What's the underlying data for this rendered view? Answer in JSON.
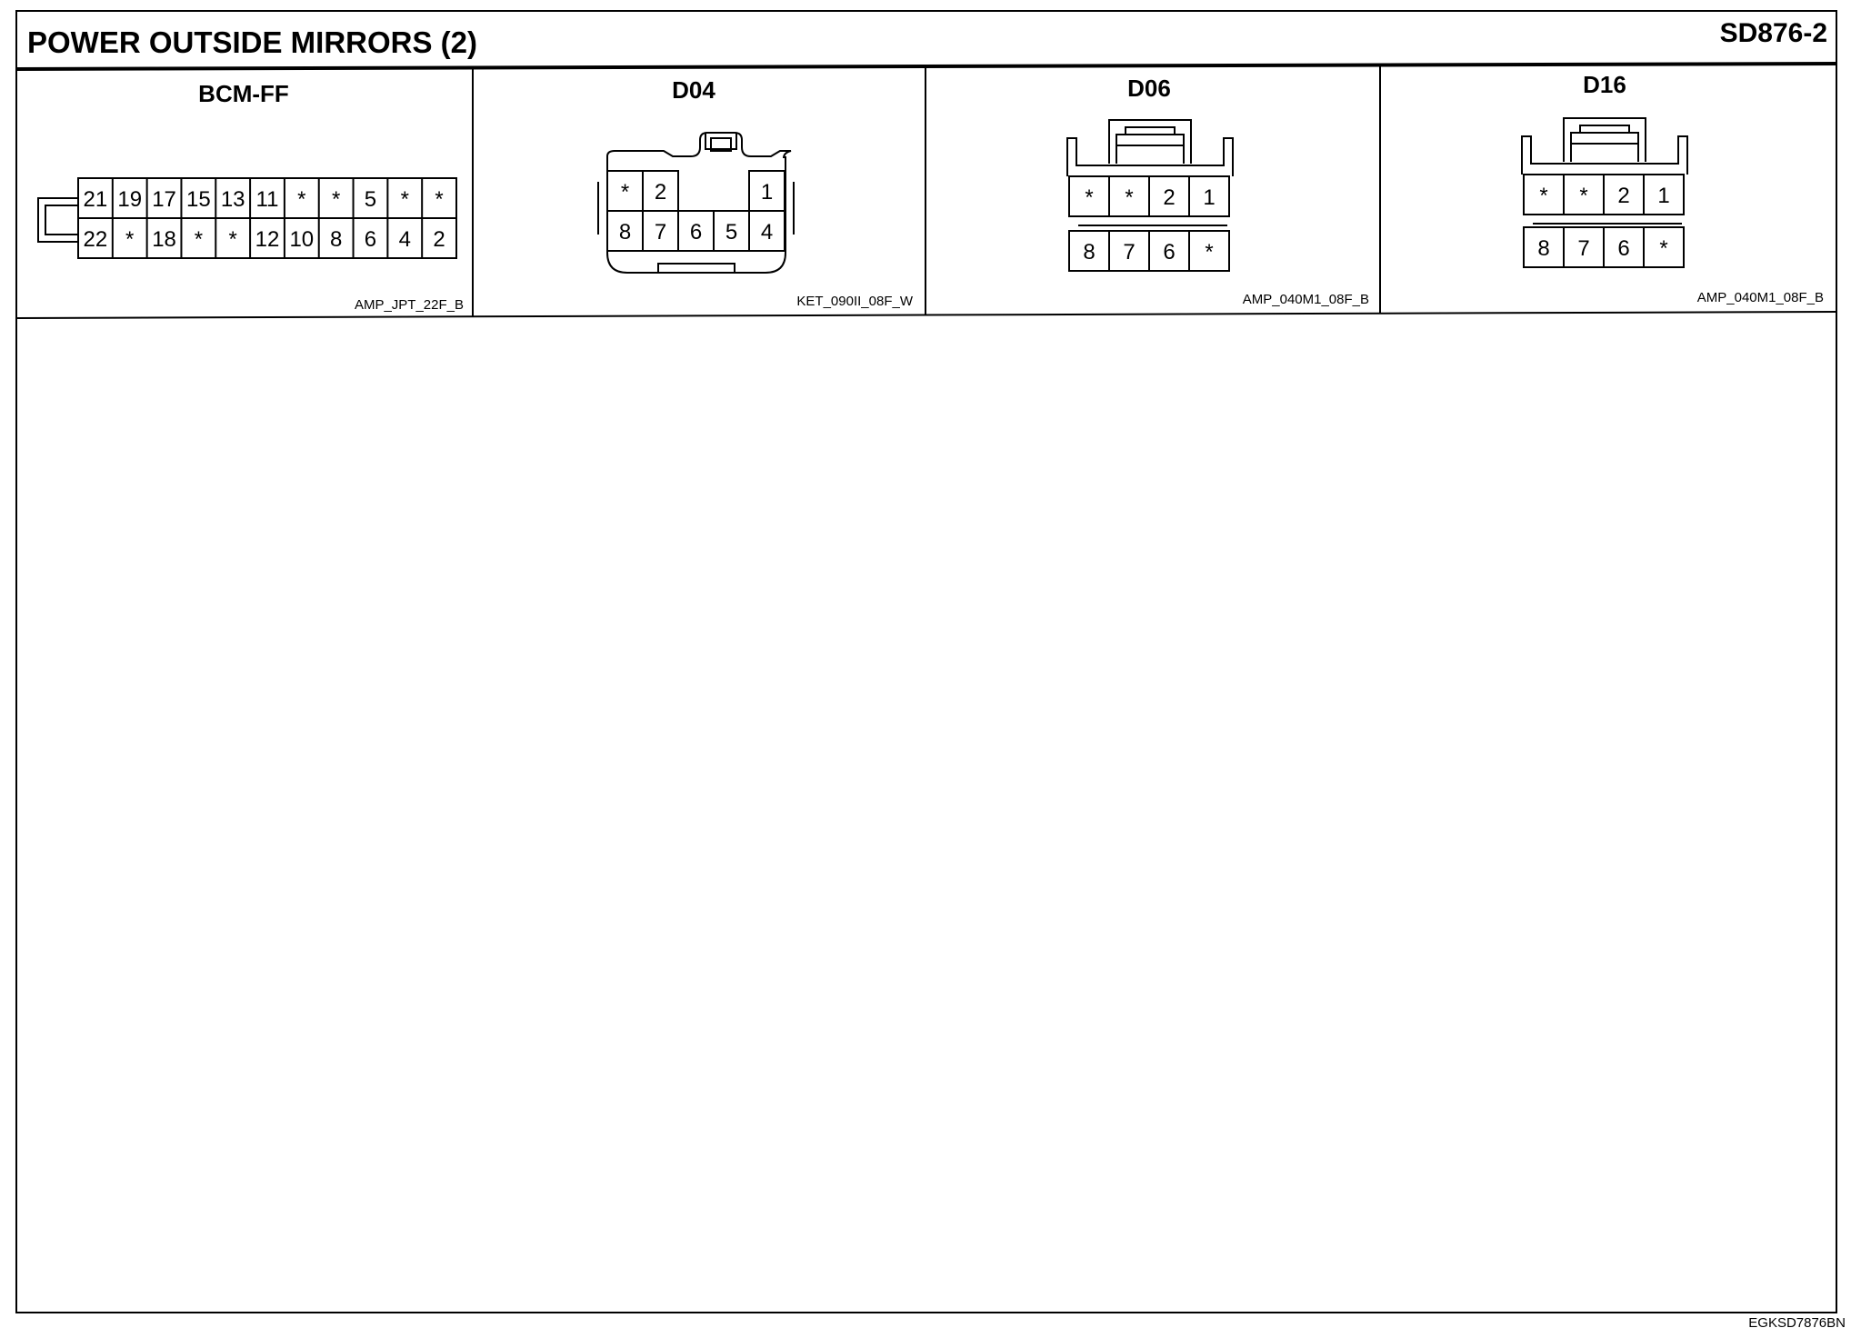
{
  "header": {
    "title": "POWER OUTSIDE MIRRORS (2)",
    "code": "SD876-2"
  },
  "connectors": [
    {
      "name": "BCM-FF",
      "ref": "AMP_JPT_22F_B",
      "rows": [
        [
          "21",
          "19",
          "17",
          "15",
          "13",
          "11",
          "*",
          "*",
          "5",
          "*",
          "*"
        ],
        [
          "22",
          "*",
          "18",
          "*",
          "*",
          "12",
          "10",
          "8",
          "6",
          "4",
          "2"
        ]
      ]
    },
    {
      "name": "D04",
      "ref": "KET_090II_08F_W",
      "rows": [
        [
          "*",
          "2",
          "1"
        ],
        [
          "8",
          "7",
          "6",
          "5",
          "4"
        ]
      ]
    },
    {
      "name": "D06",
      "ref": "AMP_040M1_08F_B",
      "rows": [
        [
          "*",
          "*",
          "2",
          "1"
        ],
        [
          "8",
          "7",
          "6",
          "*"
        ]
      ]
    },
    {
      "name": "D16",
      "ref": "AMP_040M1_08F_B",
      "rows": [
        [
          "*",
          "*",
          "2",
          "1"
        ],
        [
          "8",
          "7",
          "6",
          "*"
        ]
      ]
    }
  ],
  "footer": {
    "code": "EGKSD7876BN"
  }
}
